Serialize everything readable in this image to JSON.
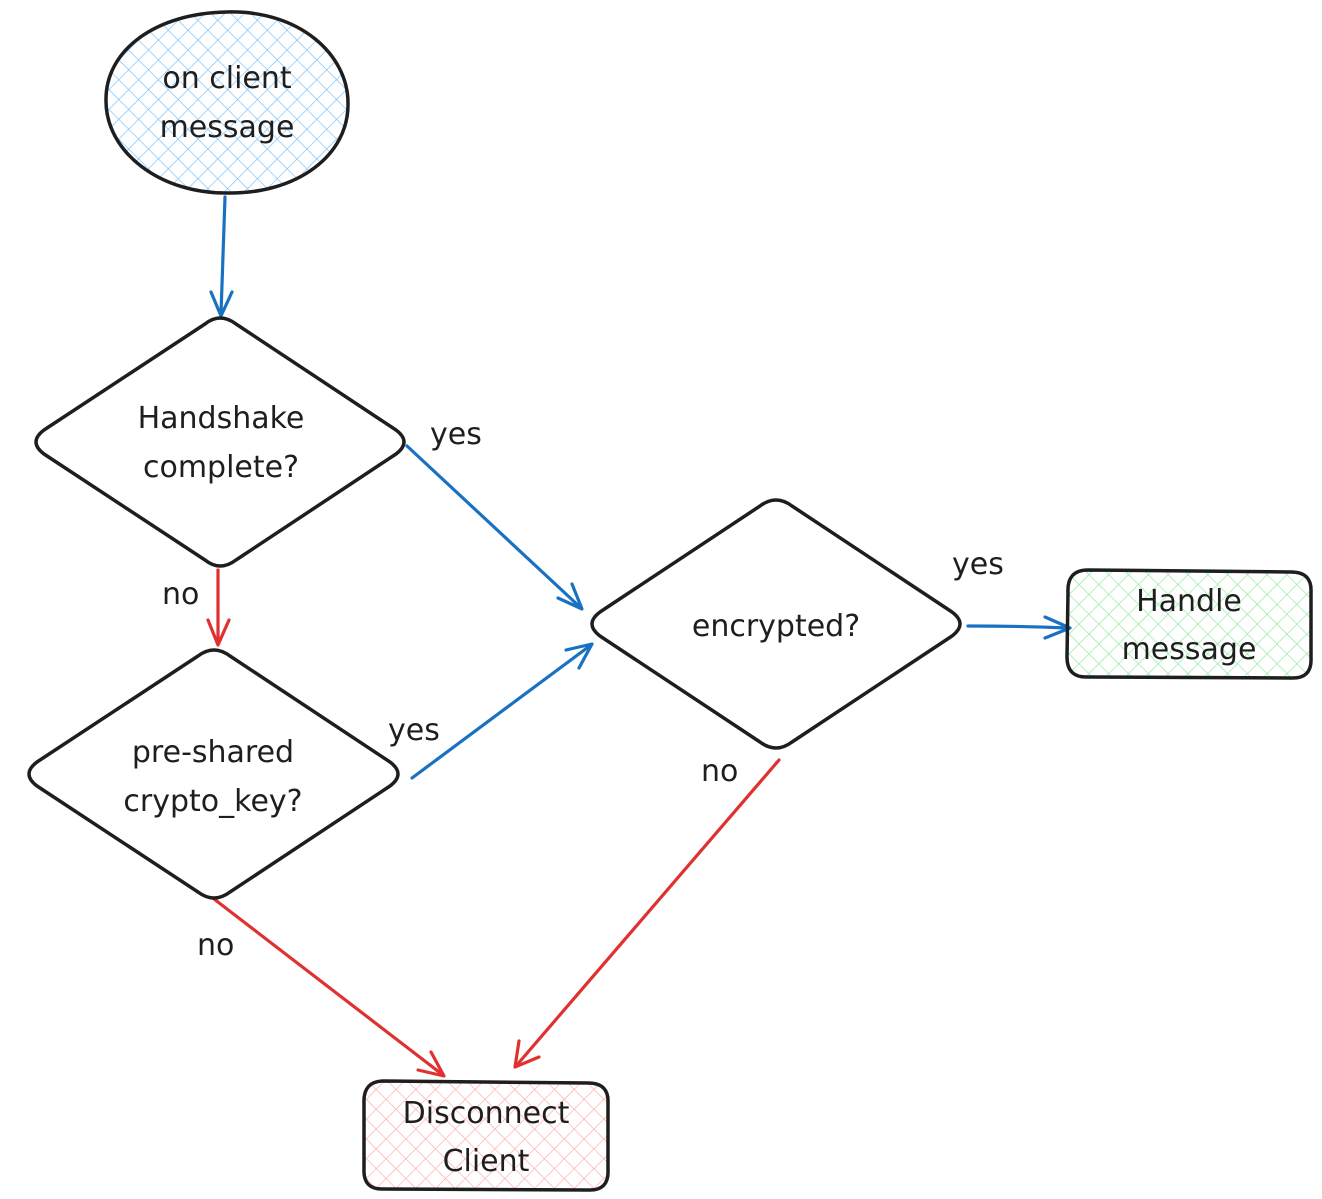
{
  "colors": {
    "stroke": "#1e1e1e",
    "yes_edge": "#1971c2",
    "no_edge": "#e03131",
    "start_fill": "#a5d8ff",
    "success_fill": "#b2f2bb",
    "fail_fill": "#ffc9c9"
  },
  "nodes": {
    "start": {
      "line1": "on client",
      "line2": "message"
    },
    "handshake": {
      "line1": "Handshake",
      "line2": "complete?"
    },
    "preshared": {
      "line1": "pre-shared",
      "line2": "crypto_key?"
    },
    "encrypted": {
      "line1": "encrypted?"
    },
    "handle": {
      "line1": "Handle",
      "line2": "message"
    },
    "disconnect": {
      "line1": "Disconnect",
      "line2": "Client"
    }
  },
  "edges": {
    "handshake_yes": "yes",
    "handshake_no": "no",
    "preshared_yes": "yes",
    "preshared_no": "no",
    "encrypted_yes": "yes",
    "encrypted_no": "no"
  }
}
